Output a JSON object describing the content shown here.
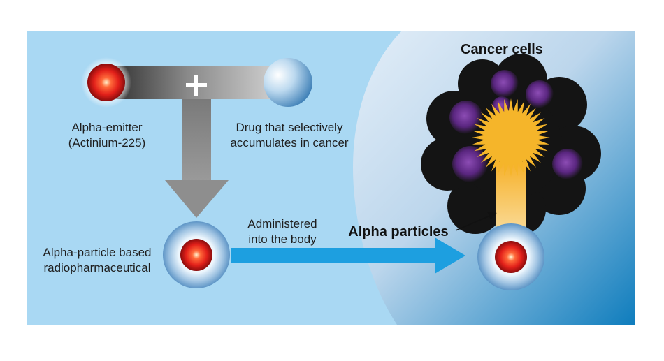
{
  "diagram": {
    "emitter": {
      "line1": "Alpha-emitter",
      "line2": "(Actinium-225)"
    },
    "drug": {
      "line1": "Drug that selectively",
      "line2": "accumulates in cancer"
    },
    "plus_symbol": "+",
    "radiopharmaceutical": {
      "line1": "Alpha-particle based",
      "line2": "radiopharmaceutical"
    },
    "administered": {
      "line1": "Administered",
      "line2": "into the body"
    },
    "cancer_cells": "Cancer cells",
    "alpha_particles": "Alpha particles"
  },
  "colors": {
    "background_light_blue": "#a9d8f3",
    "body_blue_dark": "#1a86c4",
    "arrow_blue": "#1d9fe0",
    "connector_grey": "#6e6e6e",
    "emitter_red": "#e8261b",
    "cancer_black": "#141414",
    "cancer_purple": "#7a3aa0",
    "burst_yellow": "#f5b52a"
  }
}
